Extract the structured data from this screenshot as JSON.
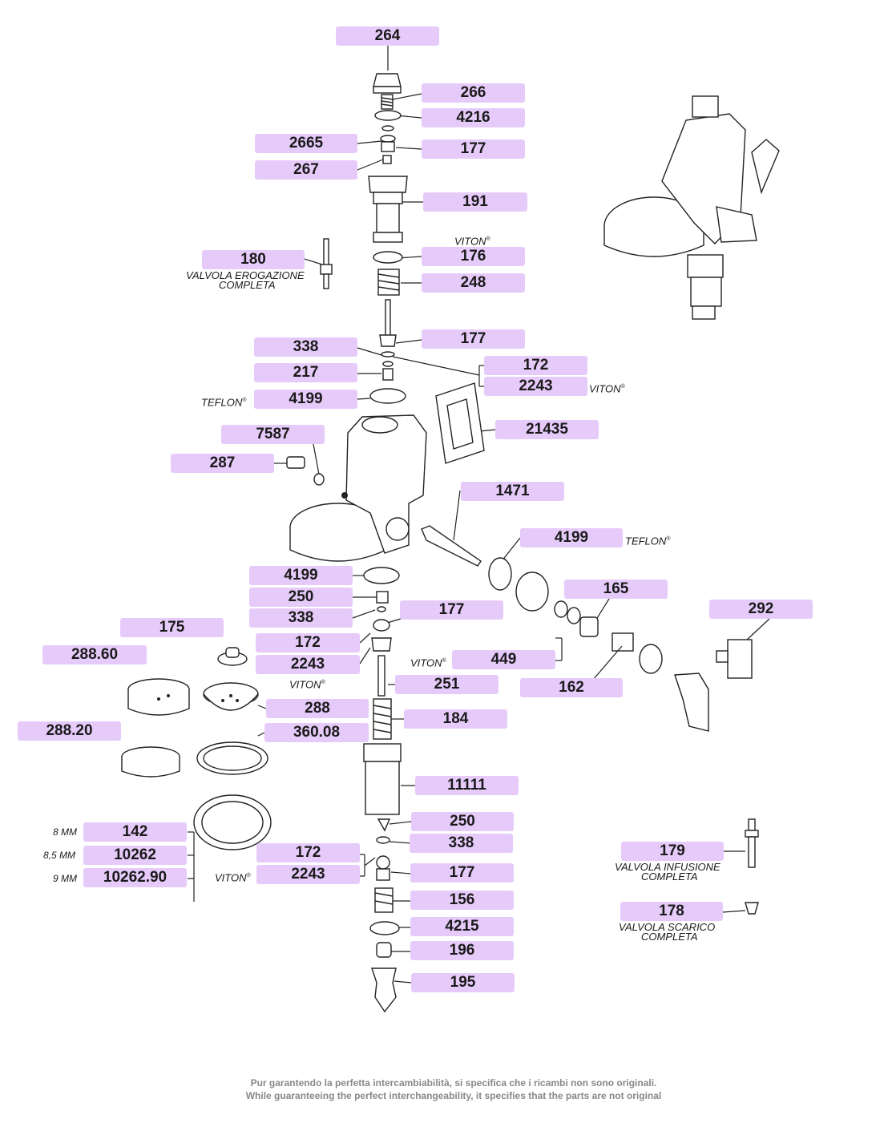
{
  "parts": {
    "p264": "264",
    "p266": "266",
    "p4216": "4216",
    "p2665": "2665",
    "p177a": "177",
    "p267": "267",
    "p191": "191",
    "p180": "180",
    "p176": "176",
    "p248": "248",
    "p177b": "177",
    "p338a": "338",
    "p172a": "172",
    "p217": "217",
    "p2243a": "2243",
    "p4199a": "4199",
    "p21435": "21435",
    "p7587": "7587",
    "p287": "287",
    "p1471": "1471",
    "p4199b": "4199",
    "p4199c": "4199",
    "p165": "165",
    "p250a": "250",
    "p338b": "338",
    "p177c": "177",
    "p175": "175",
    "p292": "292",
    "p172b": "172",
    "p288_60": "288.60",
    "p2243b": "2243",
    "p449": "449",
    "p251": "251",
    "p162": "162",
    "p288": "288",
    "p184": "184",
    "p288_20": "288.20",
    "p360_08": "360.08",
    "p11111": "11111",
    "p142": "142",
    "p250b": "250",
    "p10262": "10262",
    "p338c": "338",
    "p10262_90": "10262.90",
    "p172c": "172",
    "p179": "179",
    "p2243c": "2243",
    "p177d": "177",
    "p156": "156",
    "p178": "178",
    "p4215": "4215",
    "p196": "196",
    "p195": "195"
  },
  "notes": {
    "viton": "VITON",
    "reg": "®",
    "teflon": "TEFLON",
    "valvola_erogazione_1": "VALVOLA EROGAZIONE",
    "valvola_erogazione_2": "COMPLETA",
    "valvola_infusione_1": "VALVOLA INFUSIONE",
    "valvola_infusione_2": "COMPLETA",
    "valvola_scarico_1": "VALVOLA SCARICO",
    "valvola_scarico_2": "COMPLETA",
    "size_8": "8 MM",
    "size_85": "8,5 MM",
    "size_9": "9 MM"
  },
  "footer": {
    "line_it": "Pur garantendo la perfetta intercambiabilità, si specifica che i ricambi non sono originali.",
    "line_en": "While guaranteeing the perfect interchangeability, it specifies that the parts are not original"
  },
  "colors": {
    "label_bg": "#e6cbfa",
    "line": "#222222",
    "footer_text": "#888888"
  }
}
